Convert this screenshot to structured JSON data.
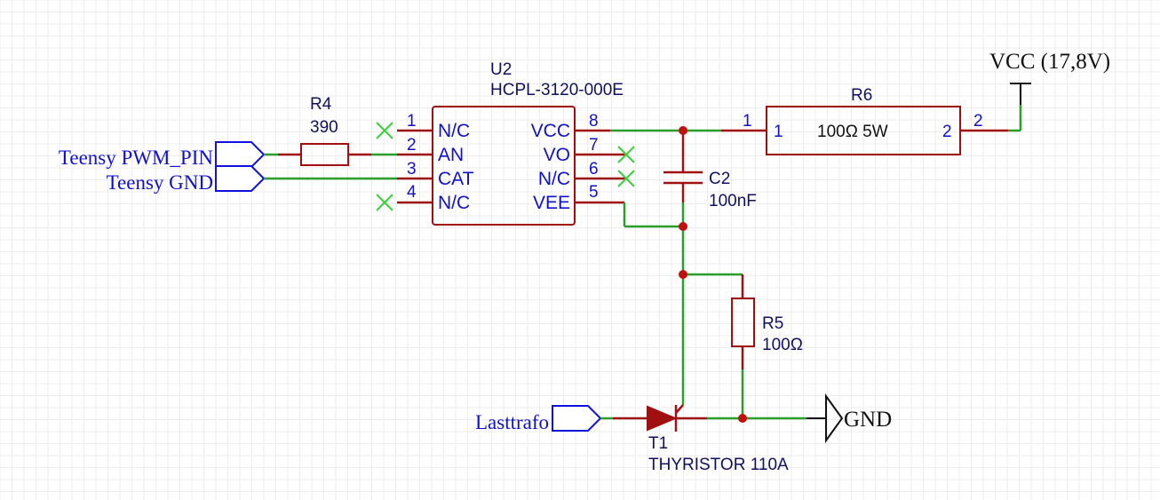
{
  "nets": {
    "pwm": "Teensy PWM_PIN",
    "gnd_in": "Teensy GND",
    "lasttrafo": "Lasttrafo",
    "gnd": "GND",
    "vcc": "VCC (17,8V)"
  },
  "u2": {
    "ref": "U2",
    "value": "HCPL-3120-000E",
    "left_pins": [
      {
        "num": "1",
        "name": "N/C"
      },
      {
        "num": "2",
        "name": "AN"
      },
      {
        "num": "3",
        "name": "CAT"
      },
      {
        "num": "4",
        "name": "N/C"
      }
    ],
    "right_pins": [
      {
        "num": "8",
        "name": "VCC"
      },
      {
        "num": "7",
        "name": "VO"
      },
      {
        "num": "6",
        "name": "N/C"
      },
      {
        "num": "5",
        "name": "VEE"
      }
    ]
  },
  "r4": {
    "ref": "R4",
    "value": "390"
  },
  "r6": {
    "ref": "R6",
    "value": "100Ω 5W",
    "pin1_outer": "1",
    "pin1_inner": "1",
    "pin2_inner": "2",
    "pin2_outer": "2"
  },
  "c2": {
    "ref": "C2",
    "value": "100nF"
  },
  "r5": {
    "ref": "R5",
    "value": "100Ω"
  },
  "t1": {
    "ref": "T1",
    "value": "THYRISTOR 110A"
  },
  "colors": {
    "wire": "#2aa02a",
    "pin": "#a01010",
    "label": "#1010d0",
    "nc_marker": "#3ccf3c"
  }
}
